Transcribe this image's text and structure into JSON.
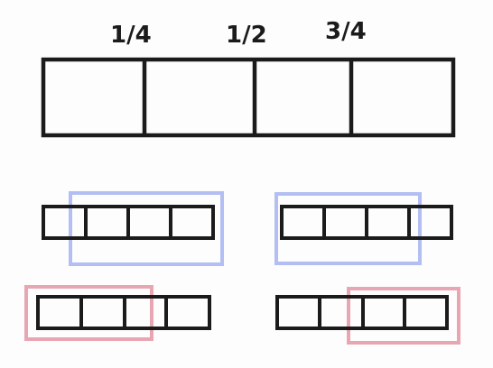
{
  "diagram": {
    "colors": {
      "ink": "#1b1b1b",
      "background": "#fdfdfe",
      "highlight_blue": "#b3bff2",
      "highlight_red": "#e8a6b2"
    },
    "number_line": {
      "tick_labels": [
        "1/4",
        "1/2",
        "3/4"
      ],
      "tick_positions": [
        0.25,
        0.5,
        0.75
      ]
    },
    "strips": [
      {
        "id": "top-left-strip",
        "cells": 4,
        "highlight": "blue"
      },
      {
        "id": "top-right-strip",
        "cells": 4,
        "highlight": "blue"
      },
      {
        "id": "bottom-left-strip",
        "cells": 4,
        "highlight": "red"
      },
      {
        "id": "bottom-right-strip",
        "cells": 4,
        "highlight": "red"
      }
    ]
  }
}
